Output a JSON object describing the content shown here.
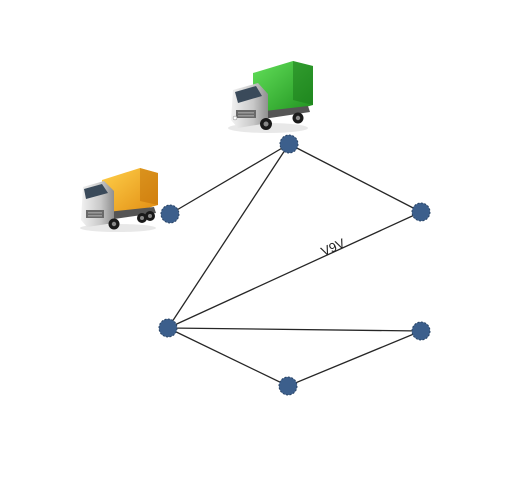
{
  "diagram": {
    "type": "network-graph",
    "edge_label": "V9V",
    "nodes": [
      {
        "id": "n1"
      },
      {
        "id": "n2"
      },
      {
        "id": "n3"
      },
      {
        "id": "n4"
      },
      {
        "id": "n5"
      },
      {
        "id": "n6"
      },
      {
        "id": "n7"
      }
    ],
    "edges": [
      {
        "from": "n1",
        "to": "n2"
      },
      {
        "from": "n1",
        "to": "n3"
      },
      {
        "from": "n1",
        "to": "n4"
      },
      {
        "from": "n4",
        "to": "n3"
      },
      {
        "from": "n4",
        "to": "n5"
      },
      {
        "from": "n4",
        "to": "n6"
      },
      {
        "from": "n6",
        "to": "n5"
      }
    ],
    "vehicles": [
      {
        "name": "green-truck",
        "cargo_color": "#3ab83a",
        "cab_color": "#d9d9d9"
      },
      {
        "name": "orange-truck",
        "cargo_color": "#f5a623",
        "cab_color": "#d9d9d9"
      }
    ]
  }
}
